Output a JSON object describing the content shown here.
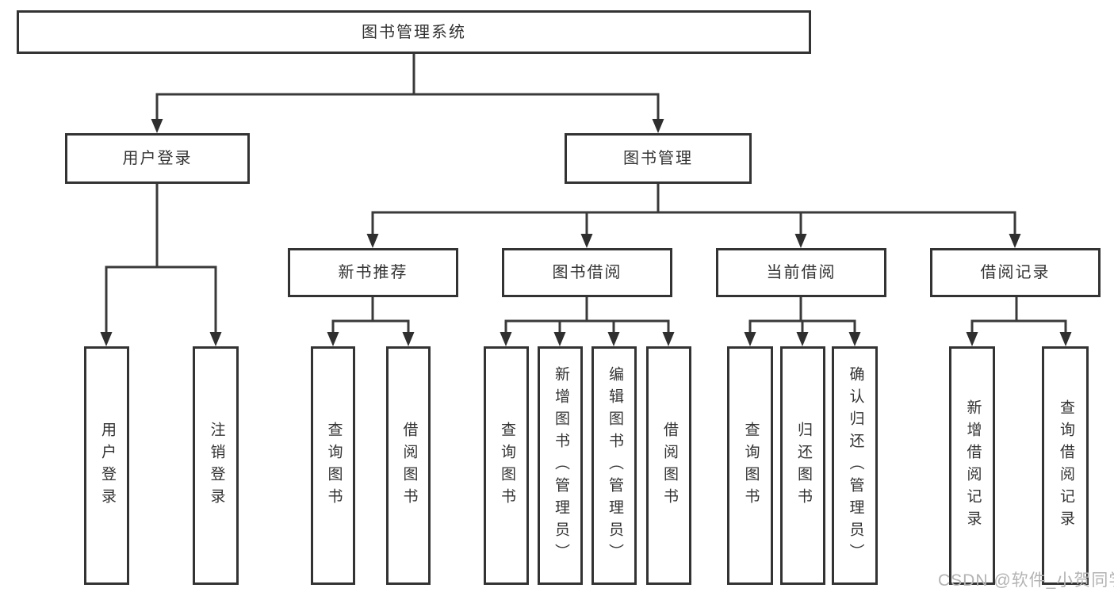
{
  "colors": {
    "border": "#333333",
    "line": "#3a3a3a",
    "text": "#333333",
    "watermark": "#b3b3b3",
    "background": "#ffffff"
  },
  "tree": {
    "root": {
      "label": "图书管理系统"
    },
    "branches": [
      {
        "label": "用户登录",
        "children": [
          {
            "label": "用户登录"
          },
          {
            "label": "注销登录"
          }
        ]
      },
      {
        "label": "图书管理",
        "children": [
          {
            "label": "新书推荐",
            "children": [
              {
                "label": "查询图书"
              },
              {
                "label": "借阅图书"
              }
            ]
          },
          {
            "label": "图书借阅",
            "children": [
              {
                "label": "查询图书"
              },
              {
                "label": "新增图书（管理员）"
              },
              {
                "label": "编辑图书（管理员）"
              },
              {
                "label": "借阅图书"
              }
            ]
          },
          {
            "label": "当前借阅",
            "children": [
              {
                "label": "查询图书"
              },
              {
                "label": "归还图书"
              },
              {
                "label": "确认归还（管理员）"
              }
            ]
          },
          {
            "label": "借阅记录",
            "children": [
              {
                "label": "新增借阅记录"
              },
              {
                "label": "查询借阅记录"
              }
            ]
          }
        ]
      }
    ]
  },
  "watermark": {
    "text": "CSDN @软件_小贺同学"
  }
}
